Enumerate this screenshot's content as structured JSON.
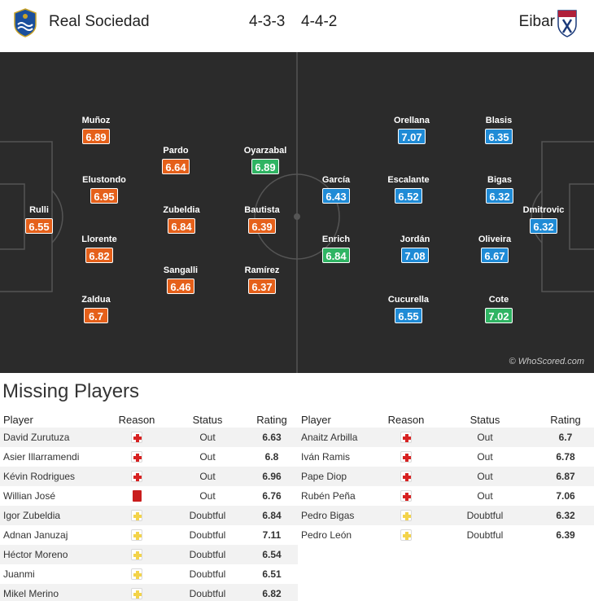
{
  "header": {
    "home_team": "Real Sociedad",
    "home_formation": "4-3-3",
    "away_formation": "4-4-2",
    "away_team": "Eibar",
    "home_crest_icon": "real-sociedad-crest-icon",
    "away_crest_icon": "eibar-crest-icon"
  },
  "pitch": {
    "watermark": "© WhoScored.com",
    "home_players": [
      {
        "name": "Rulli",
        "rating": "6.55",
        "level": "orange"
      },
      {
        "name": "Muñoz",
        "rating": "6.89",
        "level": "orange"
      },
      {
        "name": "Elustondo",
        "rating": "6.95",
        "level": "orange"
      },
      {
        "name": "Llorente",
        "rating": "6.82",
        "level": "orange"
      },
      {
        "name": "Zaldua",
        "rating": "6.7",
        "level": "orange"
      },
      {
        "name": "Pardo",
        "rating": "6.64",
        "level": "orange"
      },
      {
        "name": "Zubeldia",
        "rating": "6.84",
        "level": "orange"
      },
      {
        "name": "Sangalli",
        "rating": "6.46",
        "level": "orange"
      },
      {
        "name": "Oyarzabal",
        "rating": "6.89",
        "level": "green"
      },
      {
        "name": "Bautista",
        "rating": "6.39",
        "level": "orange"
      },
      {
        "name": "Ramírez",
        "rating": "6.37",
        "level": "orange"
      }
    ],
    "away_players": [
      {
        "name": "García",
        "rating": "6.43",
        "level": "blue"
      },
      {
        "name": "Enrich",
        "rating": "6.84",
        "level": "green"
      },
      {
        "name": "Orellana",
        "rating": "7.07",
        "level": "blue"
      },
      {
        "name": "Escalante",
        "rating": "6.52",
        "level": "blue"
      },
      {
        "name": "Jordán",
        "rating": "7.08",
        "level": "blue"
      },
      {
        "name": "Cucurella",
        "rating": "6.55",
        "level": "blue"
      },
      {
        "name": "Blasis",
        "rating": "6.35",
        "level": "blue"
      },
      {
        "name": "Bigas",
        "rating": "6.32",
        "level": "blue"
      },
      {
        "name": "Oliveira",
        "rating": "6.67",
        "level": "blue"
      },
      {
        "name": "Cote",
        "rating": "7.02",
        "level": "green"
      },
      {
        "name": "Dmitrovic",
        "rating": "6.32",
        "level": "blue"
      }
    ]
  },
  "missing": {
    "title": "Missing Players",
    "columns": {
      "player": "Player",
      "reason": "Reason",
      "status": "Status",
      "rating": "Rating"
    },
    "home": [
      {
        "player": "David Zurutuza",
        "reason": "injury-icon",
        "status": "Out",
        "rating": "6.63"
      },
      {
        "player": "Asier Illarramendi",
        "reason": "injury-icon",
        "status": "Out",
        "rating": "6.8"
      },
      {
        "player": "Kévin Rodrigues",
        "reason": "injury-icon",
        "status": "Out",
        "rating": "6.96"
      },
      {
        "player": "Willian José",
        "reason": "red-card-icon",
        "status": "Out",
        "rating": "6.76"
      },
      {
        "player": "Igor Zubeldia",
        "reason": "doubtful-icon",
        "status": "Doubtful",
        "rating": "6.84"
      },
      {
        "player": "Adnan Januzaj",
        "reason": "doubtful-icon",
        "status": "Doubtful",
        "rating": "7.11"
      },
      {
        "player": "Héctor Moreno",
        "reason": "doubtful-icon",
        "status": "Doubtful",
        "rating": "6.54"
      },
      {
        "player": "Juanmi",
        "reason": "doubtful-icon",
        "status": "Doubtful",
        "rating": "6.51"
      },
      {
        "player": "Mikel Merino",
        "reason": "doubtful-icon",
        "status": "Doubtful",
        "rating": "6.82"
      }
    ],
    "away": [
      {
        "player": "Anaitz Arbilla",
        "reason": "injury-icon",
        "status": "Out",
        "rating": "6.7"
      },
      {
        "player": "Iván Ramis",
        "reason": "injury-icon",
        "status": "Out",
        "rating": "6.78"
      },
      {
        "player": "Pape Diop",
        "reason": "injury-icon",
        "status": "Out",
        "rating": "6.87"
      },
      {
        "player": "Rubén Peña",
        "reason": "injury-icon",
        "status": "Out",
        "rating": "7.06"
      },
      {
        "player": "Pedro Bigas",
        "reason": "doubtful-icon",
        "status": "Doubtful",
        "rating": "6.32"
      },
      {
        "player": "Pedro León",
        "reason": "doubtful-icon",
        "status": "Doubtful",
        "rating": "6.39"
      }
    ]
  },
  "colors": {
    "orange": "#e5601a",
    "green": "#2fb463",
    "blue": "#1f8bd6",
    "pitch": "#2b2b2b"
  }
}
